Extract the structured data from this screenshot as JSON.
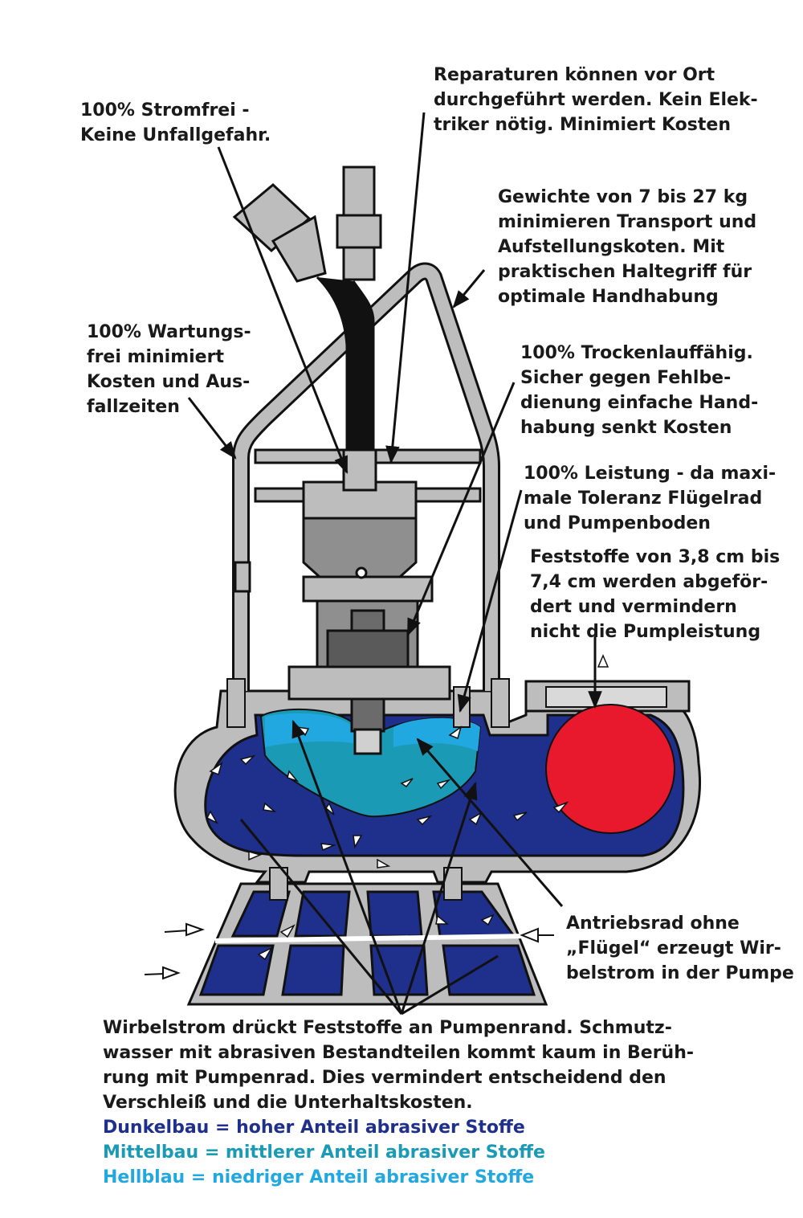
{
  "colors": {
    "dark_blue": "#1f2f8c",
    "mid_blue": "#1a9ab5",
    "light_blue": "#22a8e0",
    "housing_gray": "#bdbdbd",
    "solid_red": "#e8192c",
    "outline": "#111111"
  },
  "annotations": {
    "stromfrei": "100% Stromfrei -\nKeine Unfallgefahr.",
    "reparaturen": "Reparaturen können vor Ort\ndurchgeführt werden. Kein Elek-\ntriker nötig. Minimiert Kosten",
    "gewichte": "Gewichte von 7 bis 27 kg\nminimieren Transport und\nAufstellungskoten. Mit\npraktischen Haltegriff für\noptimale Handhabung",
    "wartungsfrei": "100% Wartungs-\nfrei minimiert\nKosten und Aus-\nfallzeiten",
    "trockenlauf": "100% Trockenlauffähig.\nSicher gegen Fehlbe-\ndienung einfache Hand-\nhabung senkt Kosten",
    "leistung": "100% Leistung - da maxi-\nmale Toleranz Flügelrad\nund Pumpenboden",
    "feststoffe": "Feststoffe von 3,8 cm bis\n7,4 cm werden abgeför-\ndert und vermindern\nnicht die Pumpleistung",
    "antriebsrad": "Antriebsrad ohne\n„Flügel“ erzeugt Wir-\nbelstrom in der Pumpe",
    "wirbelstrom": "Wirbelstrom drückt Feststoffe an Pumpenrand. Schmutz-\nwasser mit abrasiven Bestandteilen kommt kaum in Berüh-\nrung mit Pumpenrad. Dies vermindert entscheidend den\nVerschleiß und die Unterhaltskosten."
  },
  "legend": {
    "dark": "Dunkelbau = hoher Anteil abrasiver Stoffe",
    "mid": "Mittelbau = mittlerer Anteil abrasiver Stoffe",
    "light": "Hellblau = niedriger Anteil abrasiver Stoffe"
  }
}
